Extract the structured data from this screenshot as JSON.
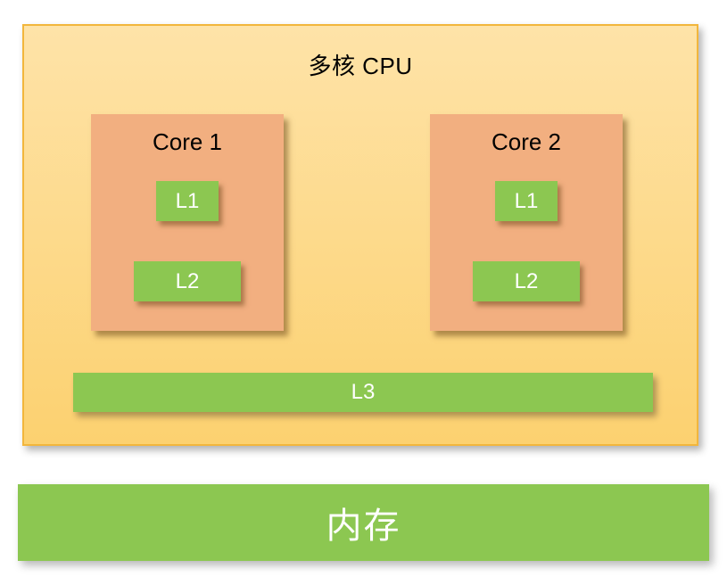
{
  "colors": {
    "page_background": "#FFFFFF",
    "cpu_fill_top": "#FEE3A8",
    "cpu_fill_bottom": "#FCD170",
    "cpu_border": "#F2B63C",
    "core_fill": "#F2AF80",
    "cache_fill": "#8CC751",
    "cache_text": "#FFFFFF",
    "title_text": "#000000"
  },
  "cpu": {
    "title": "多核 CPU",
    "cores": [
      {
        "label": "Core 1",
        "caches": [
          {
            "label": "L1"
          },
          {
            "label": "L2"
          }
        ]
      },
      {
        "label": "Core 2",
        "caches": [
          {
            "label": "L1"
          },
          {
            "label": "L2"
          }
        ]
      }
    ],
    "shared_cache": {
      "label": "L3"
    }
  },
  "memory": {
    "label": "内存"
  }
}
